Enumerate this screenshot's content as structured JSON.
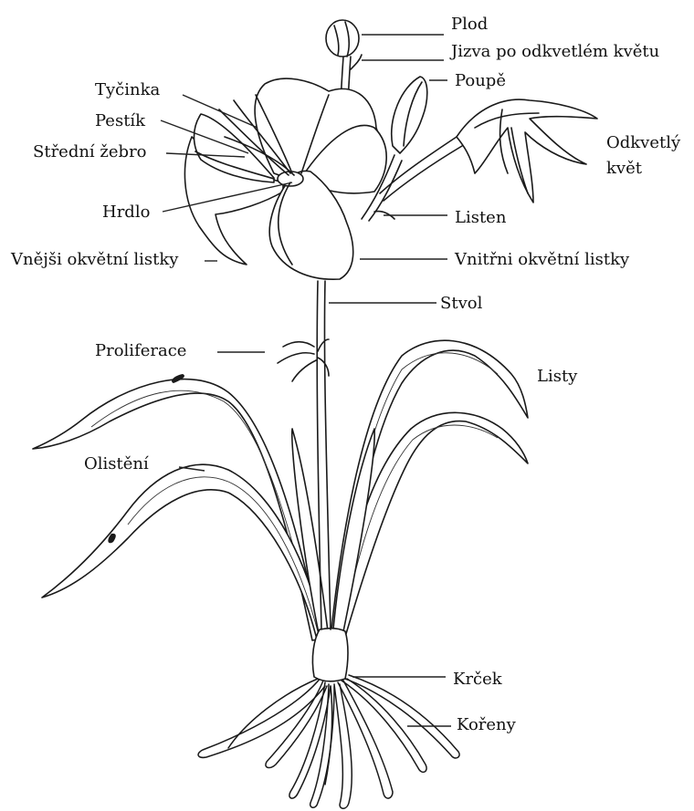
{
  "labels": {
    "plod": "Plod",
    "jizva": "Jizva po odkvetlém květu",
    "poupe": "Poupě",
    "tycinka": "Tyčinka",
    "pestik": "Pestík",
    "stredni_zebro": "Střední žebro",
    "odkvetly_1": "Odkvetlý",
    "odkvetly_2": "květ",
    "hrdlo": "Hrdlo",
    "listen": "Listen",
    "vnejsi": "Vnějši okvětní listky",
    "vnitrni": "Vnitřni okvětní listky",
    "stvol": "Stvol",
    "proliferace": "Proliferace",
    "listy": "Listy",
    "olisteni": "Olistění",
    "krcek": "Krček",
    "koreny": "Kořeny"
  }
}
